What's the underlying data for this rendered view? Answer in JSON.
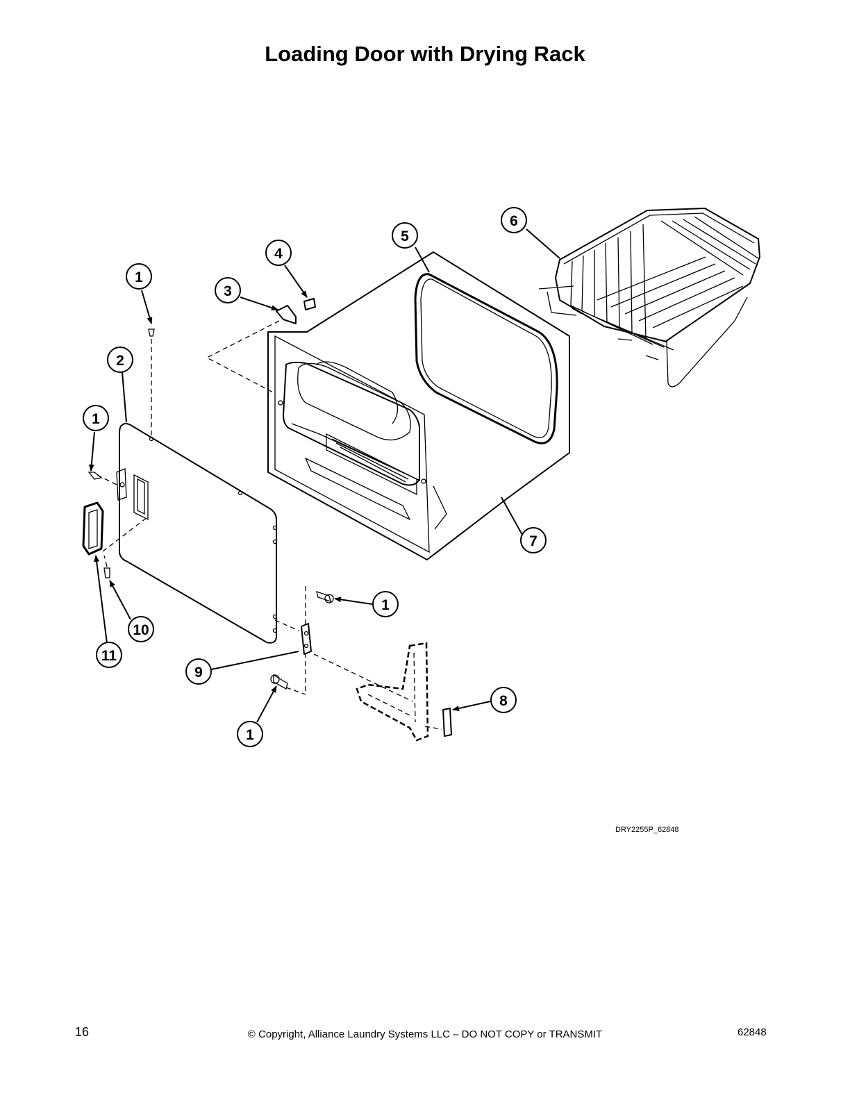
{
  "title": "Loading Door with Drying Rack",
  "callouts": [
    "1",
    "2",
    "1",
    "3",
    "4",
    "5",
    "6",
    "7",
    "1",
    "1",
    "8",
    "9",
    "10",
    "11"
  ],
  "drawing_id": "DRY2255P_62848",
  "footer": {
    "page_number": "16",
    "copyright": "© Copyright, Alliance Laundry Systems LLC – DO NOT COPY or TRANSMIT",
    "doc_number": "62848"
  }
}
